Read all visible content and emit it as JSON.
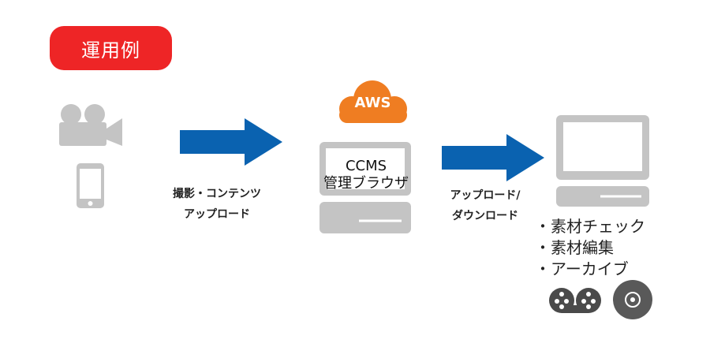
{
  "badge": {
    "label": "運用例"
  },
  "upload": {
    "line1": "撮影・コンテンツ",
    "line2": "アップロード"
  },
  "server": {
    "cloud_label": "AWS",
    "line1": "CCMS",
    "line2": "管理ブラウザ"
  },
  "transfer": {
    "line1": "アップロード/",
    "line2": "ダウンロード"
  },
  "tasks": [
    "・素材チェック",
    "・素材編集",
    "・アーカイブ"
  ],
  "colors": {
    "badge": "#ee2526",
    "arrow": "#0a62b0",
    "aws": "#ef7d22",
    "device": "#c4c4c4"
  }
}
